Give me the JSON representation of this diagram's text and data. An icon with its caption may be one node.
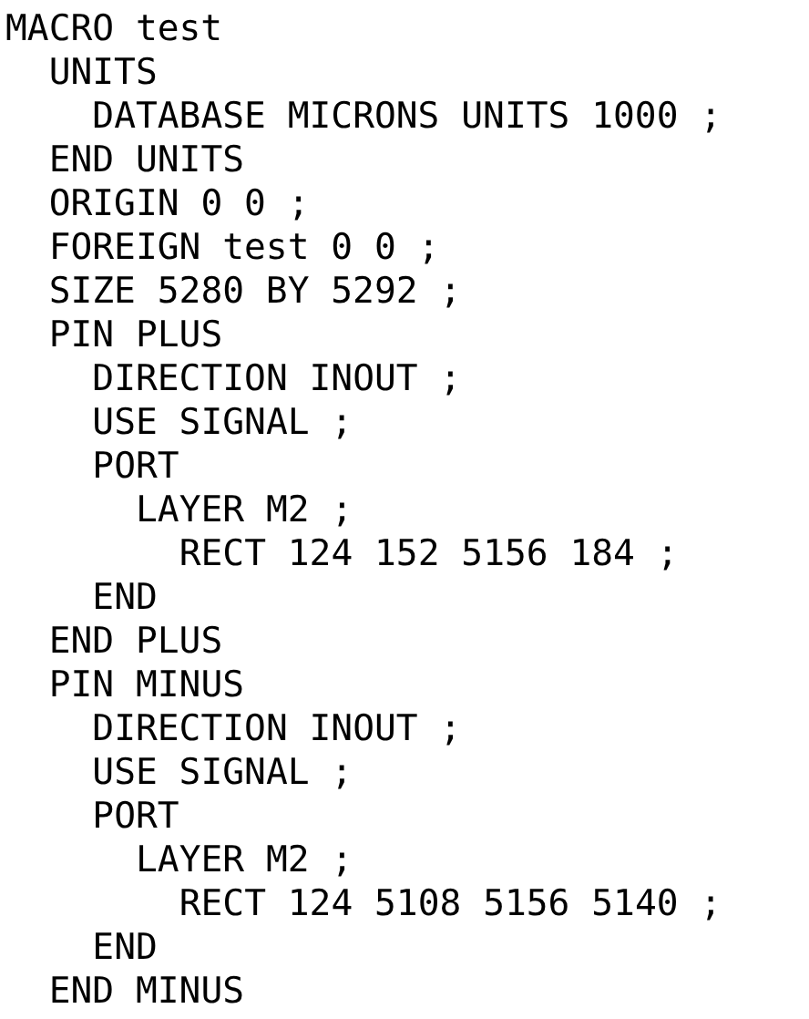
{
  "diagram": {
    "labels": [
      "MACRO test",
      "UNITS",
      "DATABASE MICRONS UNITS 1000 ;",
      "END UNITS",
      "ORIGIN 0 0 ;",
      "FOREIGN test 0 0 ;",
      "SIZE 5280 BY 5292 ;",
      "PIN PLUS",
      "DIRECTION INOUT ;",
      "USE SIGNAL ;",
      "PORT",
      "LAYER M2 ;",
      "RECT 124 152 5156 184 ;",
      "END",
      "END PLUS",
      "PIN MINUS",
      "DIRECTION INOUT ;",
      "USE SIGNAL ;",
      "PORT",
      "LAYER M2 ;",
      "RECT 124 5108 5156 5140 ;",
      "END",
      "END MINUS"
    ]
  }
}
